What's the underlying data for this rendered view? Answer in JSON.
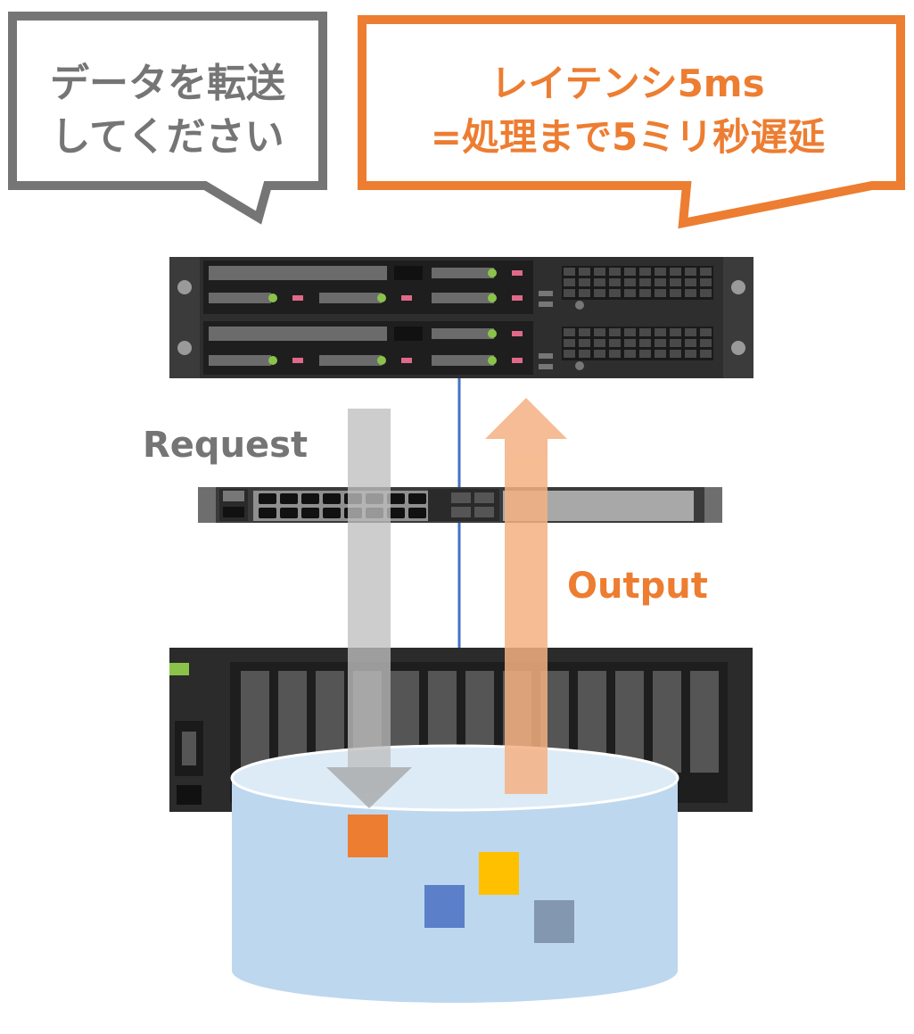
{
  "bubbles": {
    "request_bubble": {
      "line1": "データを転送",
      "line2": "してください",
      "color": "#757575"
    },
    "latency_bubble": {
      "line1": "レイテンシ5ms",
      "line2": "=処理まで5ミリ秒遅延",
      "color": "#ED7D31"
    }
  },
  "labels": {
    "request": "Request",
    "output": "Output"
  },
  "colors": {
    "request_arrow": "#bfbfbf",
    "output_arrow": "#F4B183",
    "network_line": "#4472C4",
    "database_fill": "#BDD7EE",
    "database_top": "#DDEBF7",
    "block_orange": "#ED7D31",
    "block_yellow": "#FFC000",
    "block_blue": "#5B7FC8",
    "block_gray": "#8497B0"
  }
}
